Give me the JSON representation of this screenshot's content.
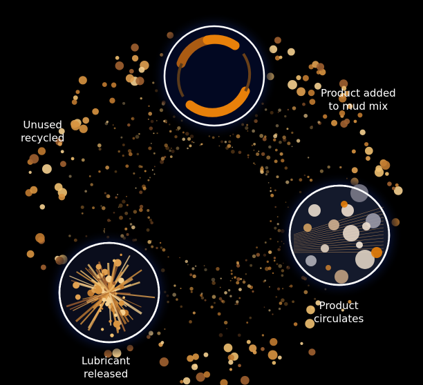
{
  "labels": {
    "product_added": [
      "Product added",
      "to mud mix"
    ],
    "circulates": [
      "Product",
      "circulates"
    ],
    "released": [
      "Lubricant",
      "released"
    ],
    "recycled": [
      "Unused",
      "recycled"
    ]
  },
  "colors": {
    "background": "#000000",
    "particle": "#e0a050",
    "accent": "#e8800a",
    "ring": "#ffffff",
    "glow": "#0a1a4a"
  }
}
